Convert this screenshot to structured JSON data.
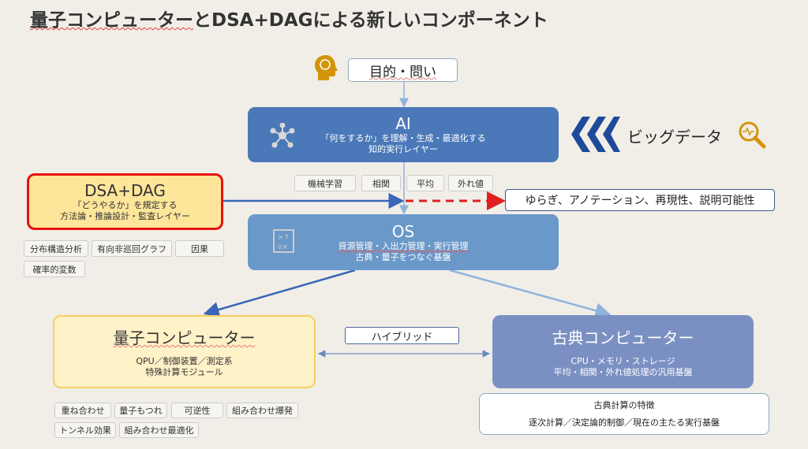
{
  "title": {
    "part1": "量子コンピューター",
    "part2": "とDSA+DAGによる新しいコンポーネント"
  },
  "purpose": "目的・問い",
  "ai": {
    "title": "AI",
    "line1": "「何をするか」を理解・生成・最適化する",
    "line2": "知的実行レイヤー"
  },
  "bigdata": "ビッグデータ",
  "ai_tags": [
    "機械学習",
    "相関",
    "平均",
    "外れ値"
  ],
  "dsa": {
    "title": "DSA+DAG",
    "line1": "「どうやるか」を規定する",
    "line2": "方法論・推論設計・監査レイヤー"
  },
  "dsa_tags": [
    "分布構造分析",
    "有向非巡回グラフ",
    "因果",
    "確率的変数"
  ],
  "fluctuation": "ゆらぎ、アノテーション、再現性、説明可能性",
  "os": {
    "title": "OS",
    "line1": "資源管理・入出力管理・実行管理",
    "line2": "古典・量子をつなぐ基盤"
  },
  "quantum": {
    "title": "量子コンピューター",
    "line1": "QPU／制御装置／測定系",
    "line2": "特殊計算モジュール"
  },
  "hybrid": "ハイブリッド",
  "classical": {
    "title": "古典コンピューター",
    "line1": "CPU・メモリ・ストレージ",
    "line2": "平均・相関・外れ値処理の汎用基盤"
  },
  "quantum_tags": [
    "重ね合わせ",
    "量子もつれ",
    "可逆性",
    "組み合わせ爆発",
    "トンネル効果",
    "組み合わせ最適化"
  ],
  "classical_features": {
    "title": "古典計算の特徴",
    "line": "逐次計算／決定論的制御／現在の主たる実行基盤"
  },
  "colors": {
    "ai": "#4a78b8",
    "os": "#6a98c8",
    "classical": "#7b90c2",
    "dsa": "#fde59a",
    "quantum": "#fff1c8",
    "icon": "#d4940a"
  }
}
